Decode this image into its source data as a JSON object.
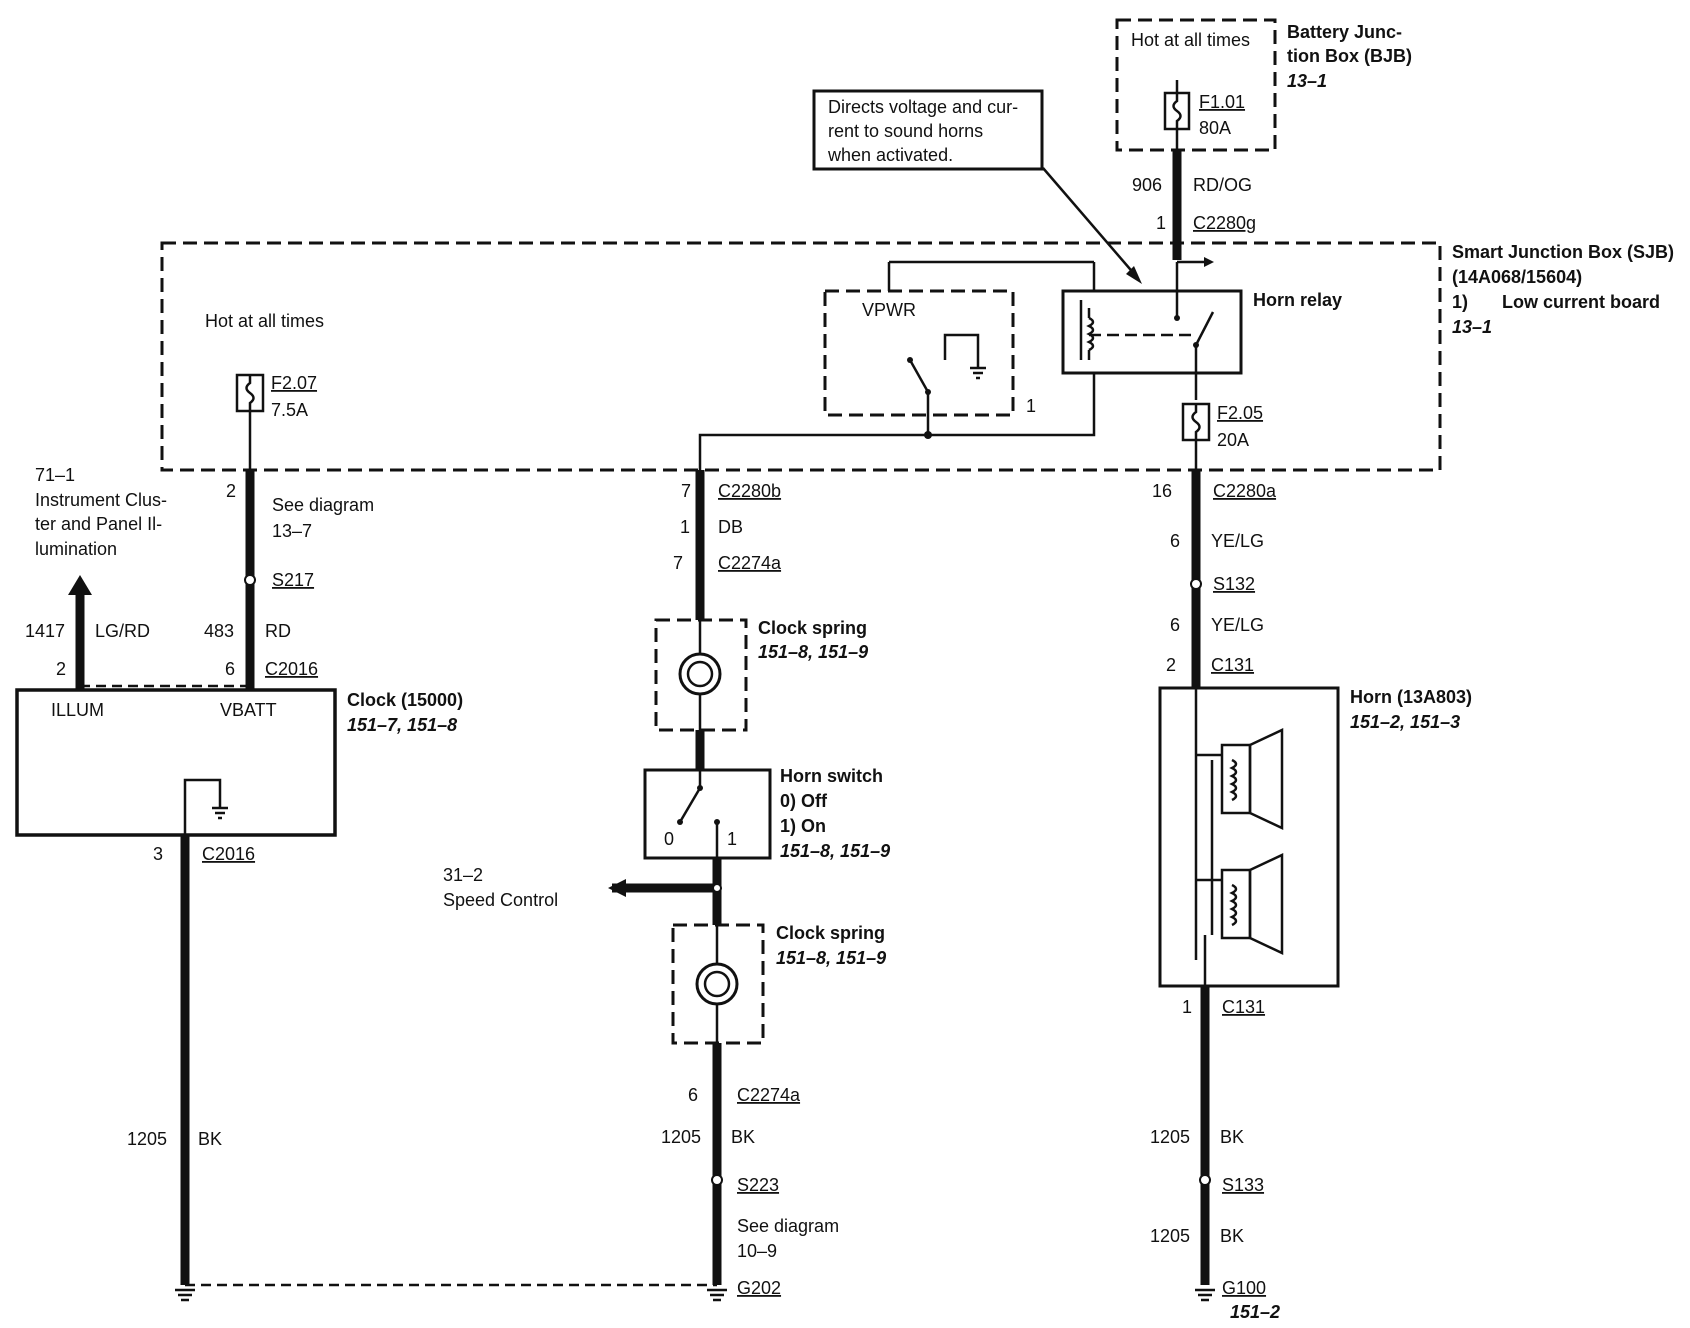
{
  "labels": {
    "bjb_hot": "Hot at all times",
    "bjb_name1": "Battery Junc-",
    "bjb_name2": "tion Box (BJB)",
    "bjb_ref": "13–1",
    "f101": "F1.01",
    "f101_amp": "80A",
    "note1": "Directs voltage and cur-",
    "note2": "rent to sound horns",
    "note3": "when activated.",
    "w906": "906",
    "w906_color": "RD/OG",
    "pin_c2280g": "1",
    "c2280g": "C2280g",
    "sjb_name1": "Smart Junction Box (SJB)",
    "sjb_name2": "(14A068/15604)",
    "sjb_idx": "1)",
    "sjb_board": "Low current board",
    "sjb_ref": "13–1",
    "horn_relay": "Horn relay",
    "vpwr": "VPWR",
    "vpwr_pin": "1",
    "sjb_hot": "Hot at all times",
    "f207": "F2.07",
    "f207_amp": "7.5A",
    "f205": "F2.05",
    "f205_amp": "20A",
    "ic1": "71–1",
    "ic2": "Instrument Clus-",
    "ic3": "ter and Panel Il-",
    "ic4": "lumination",
    "pin2_top": "2",
    "see_diag1": "See diagram",
    "see_diag1_ref": "13–7",
    "s217": "S217",
    "w1417": "1417",
    "w1417_color": "LG/RD",
    "w483": "483",
    "w483_color": "RD",
    "pin2_clock": "2",
    "pin6_clock": "6",
    "c2016_top": "C2016",
    "clock_name": "Clock (15000)",
    "clock_ref": "151–7, 151–8",
    "illum": "ILLUM",
    "vbatt": "VBATT",
    "pin3_clock": "3",
    "c2016_bot": "C2016",
    "pin7_c2280b": "7",
    "c2280b": "C2280b",
    "w1_db": "1",
    "db": "DB",
    "pin7_c2274a": "7",
    "c2274a_top": "C2274a",
    "clock_spring1": "Clock spring",
    "clock_spring1_ref": "151–8, 151–9",
    "horn_switch": "Horn switch",
    "hs_off": "0)   Off",
    "hs_on": "1)   On",
    "hs_ref": "151–8, 151–9",
    "hs_pos0": "0",
    "hs_pos1": "1",
    "speed1": "31–2",
    "speed2": "Speed Control",
    "clock_spring2": "Clock spring",
    "clock_spring2_ref": "151–8, 151–9",
    "pin6_c2274a": "6",
    "c2274a_bot": "C2274a",
    "w1205_mid": "1205",
    "bk_mid": "BK",
    "s223": "S223",
    "see_diag2": "See diagram",
    "see_diag2_ref": "10–9",
    "g202": "G202",
    "w1205_left": "1205",
    "bk_left": "BK",
    "pin16": "16",
    "c2280a": "C2280a",
    "w6_a": "6",
    "yelg_a": "YE/LG",
    "s132": "S132",
    "w6_b": "6",
    "yelg_b": "YE/LG",
    "pin2_c131": "2",
    "c131_top": "C131",
    "horn_name": "Horn (13A803)",
    "horn_ref": "151–2, 151–3",
    "pin1_c131": "1",
    "c131_bot": "C131",
    "w1205_r1": "1205",
    "bk_r1": "BK",
    "s133": "S133",
    "w1205_r2": "1205",
    "bk_r2": "BK",
    "g100": "G100",
    "g100_ref": "151–2"
  }
}
